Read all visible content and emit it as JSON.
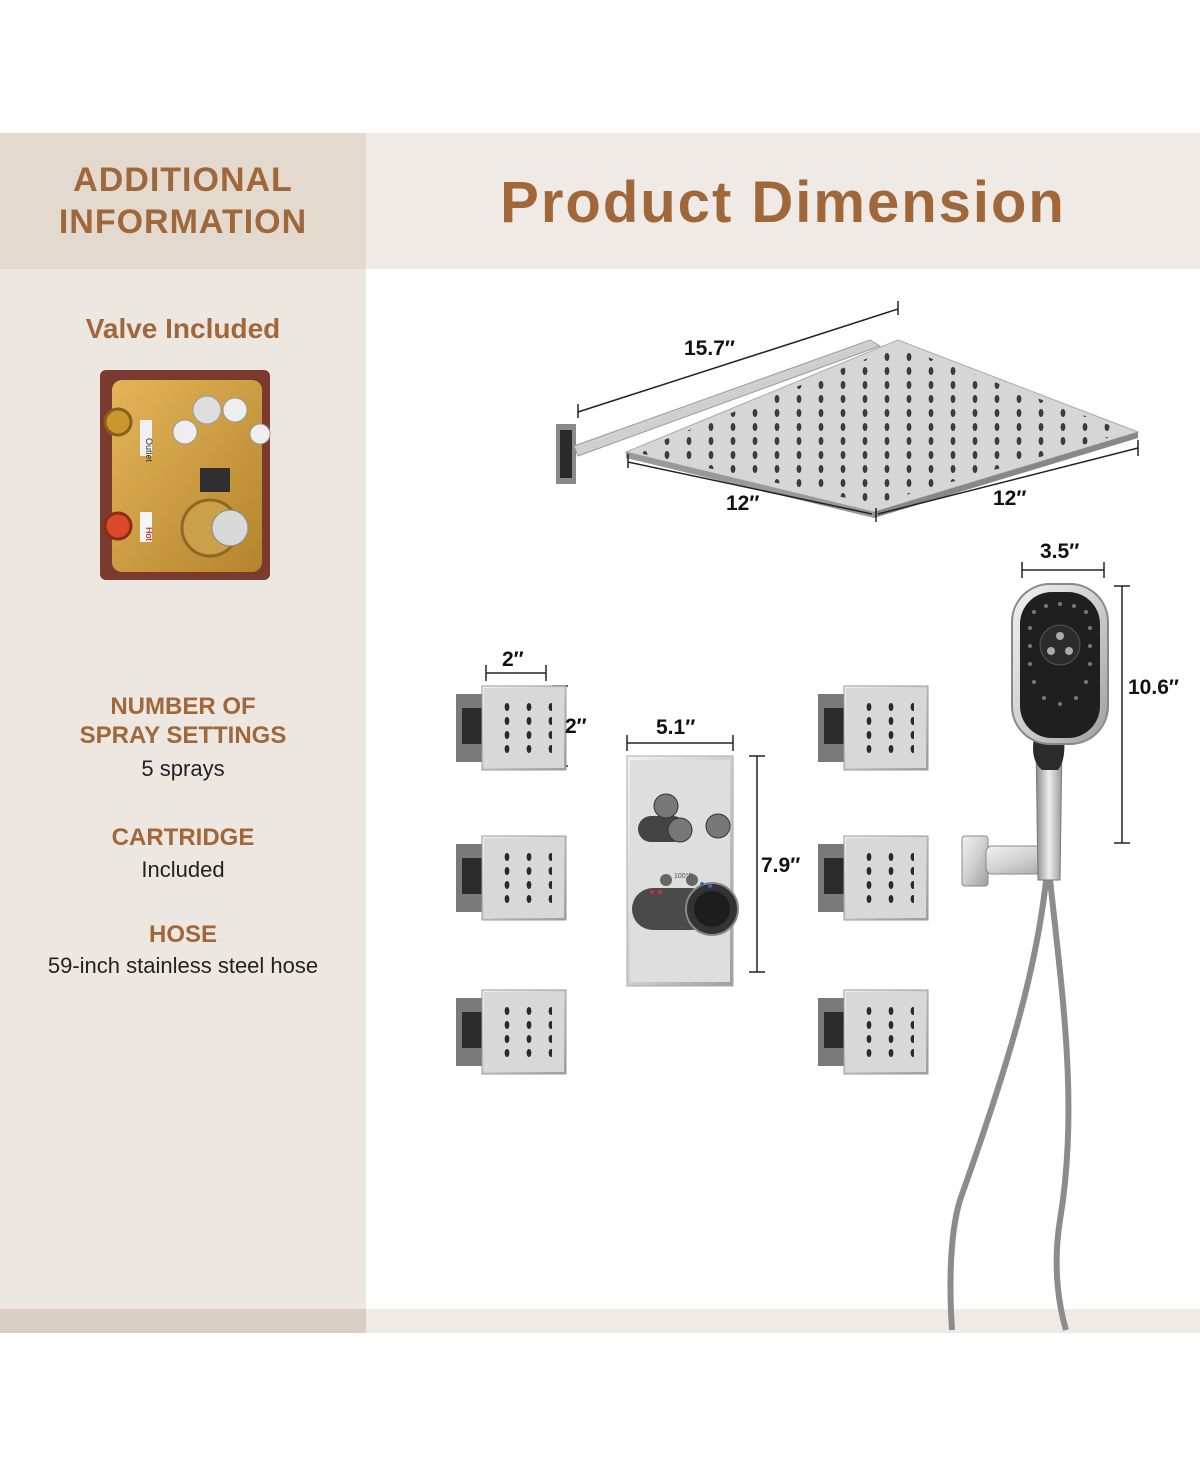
{
  "sidebar": {
    "header_line1": "ADDITIONAL",
    "header_line2": "INFORMATION",
    "valve_title": "Valve Included",
    "specs": [
      {
        "heading_line1": "NUMBER OF",
        "heading_line2": "SPRAY SETTINGS",
        "value": "5 sprays"
      },
      {
        "heading": "CARTRIDGE",
        "value": "Included"
      },
      {
        "heading": "HOSE",
        "value": "59-inch stainless steel hose"
      }
    ],
    "valve_labels": {
      "outlet": "Outlet",
      "hot": "Hot"
    }
  },
  "main": {
    "title": "Product Dimension",
    "dimensions": {
      "arm_length": "15.7″",
      "head_width": "12″",
      "head_depth": "12″",
      "handheld_width": "3.5″",
      "handheld_length": "10.6″",
      "jet_width": "2″",
      "jet_height": "2″",
      "valve_width": "5.1″",
      "valve_height": "7.9″"
    },
    "valve_dial_mark": "100°F"
  },
  "colors": {
    "accent": "#a0683a",
    "header_left": "#e3d9cf",
    "panel_left": "#ede7e1",
    "header_right": "#efeae5",
    "chrome": "#c9c9c9"
  }
}
